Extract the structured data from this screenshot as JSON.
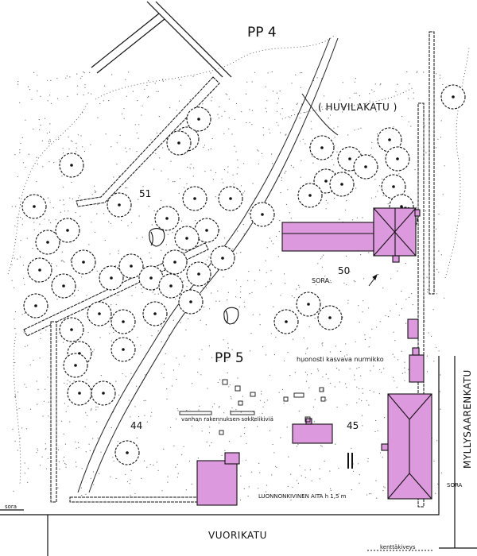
{
  "labels": {
    "pp4": "PP 4",
    "pp5": "PP 5",
    "huvilakatu": "( HUVILAKATU )",
    "vuorikatu": "VUORIKATU",
    "myllysaarenkatu": "MYLLYSAARENKATU",
    "lot51": "51",
    "lot50": "50",
    "lot44": "44",
    "lot45": "45",
    "sora_center": "SORA",
    "sora_right": "SORA",
    "sora_left": "sora",
    "lawn_note": "huonosti kasvava nurmikko",
    "foundation_note": "vanhan rakennuksen sokkelikiviä",
    "fence_note": "LUONNONKIVINEN AITA h 1,5 m",
    "paving_note": "kenttäkiveys"
  },
  "colors": {
    "building": "#dd99dd",
    "ink": "#111111",
    "ground": "#ffffff"
  }
}
